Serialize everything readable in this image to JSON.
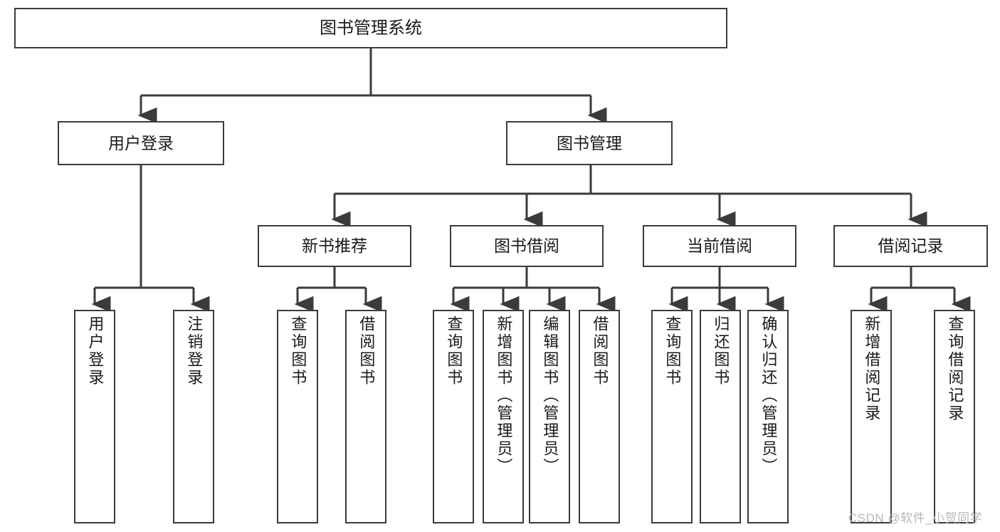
{
  "diagram": {
    "title": "图书管理系统",
    "type": "tree-hierarchy",
    "root": {
      "id": "root",
      "label": "图书管理系统"
    },
    "level2": [
      {
        "id": "user-login",
        "label": "用户登录"
      },
      {
        "id": "book-management",
        "label": "图书管理"
      }
    ],
    "level3": [
      {
        "id": "new-book-recommend",
        "label": "新书推荐",
        "parent": "book-management"
      },
      {
        "id": "book-borrow",
        "label": "图书借阅",
        "parent": "book-management"
      },
      {
        "id": "current-borrow",
        "label": "当前借阅",
        "parent": "book-management"
      },
      {
        "id": "borrow-record",
        "label": "借阅记录",
        "parent": "book-management"
      }
    ],
    "leaves": {
      "user-login": [
        {
          "id": "leaf-user-login",
          "label": "用户登录"
        },
        {
          "id": "leaf-logout-login",
          "label": "注销登录"
        }
      ],
      "new-book-recommend": [
        {
          "id": "leaf-query-book-1",
          "label": "查询图书"
        },
        {
          "id": "leaf-borrow-book-1",
          "label": "借阅图书"
        }
      ],
      "book-borrow": [
        {
          "id": "leaf-query-book-2",
          "label": "查询图书"
        },
        {
          "id": "leaf-add-book",
          "label": "新增图书（管理员）"
        },
        {
          "id": "leaf-edit-book",
          "label": "编辑图书（管理员）"
        },
        {
          "id": "leaf-borrow-book-2",
          "label": "借阅图书"
        }
      ],
      "current-borrow": [
        {
          "id": "leaf-query-book-3",
          "label": "查询图书"
        },
        {
          "id": "leaf-return-book",
          "label": "归还图书"
        },
        {
          "id": "leaf-confirm-return",
          "label": "确认归还（管理员）"
        }
      ],
      "borrow-record": [
        {
          "id": "leaf-add-record",
          "label": "新增借阅记录"
        },
        {
          "id": "leaf-query-record",
          "label": "查询借阅记录"
        }
      ]
    }
  },
  "watermark": {
    "text": "CSDN @软件_小贺同学"
  },
  "colors": {
    "stroke": "#3b3b3b",
    "text": "#1a1a1a",
    "background": "#ffffff",
    "watermark": "#b8b8b8"
  }
}
